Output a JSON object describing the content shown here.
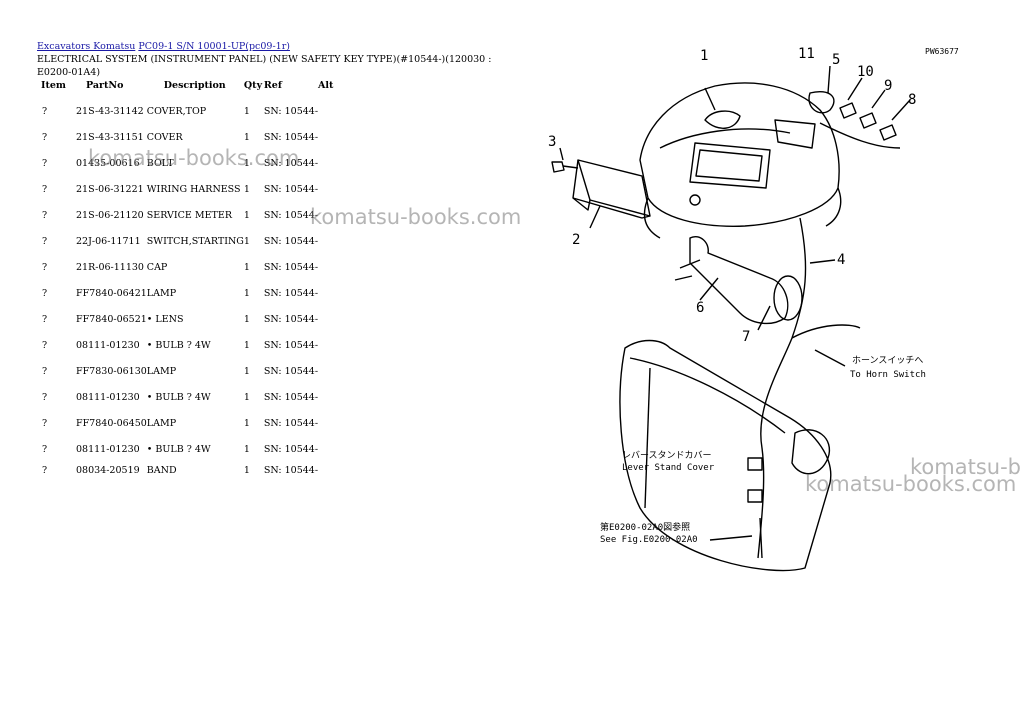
{
  "breadcrumb": {
    "link1": "Excavators Komatsu",
    "link2": "PC09-1 S/N 10001-UP(pc09-1r)",
    "title": "ELECTRICAL SYSTEM (INSTRUMENT PANEL) (NEW SAFETY KEY TYPE)(#10544-)(120030 : E0200-01A4)"
  },
  "table": {
    "headers": [
      "Item",
      "PartNo",
      "Description",
      "Qty",
      "Ref",
      "Alt"
    ],
    "rows": [
      {
        "item": "?",
        "part": "21S-43-31142",
        "desc": "COVER,TOP",
        "qty": "1",
        "ref": "SN: 10544-",
        "alt": ""
      },
      {
        "item": "?",
        "part": "21S-43-31151",
        "desc": "COVER",
        "qty": "1",
        "ref": "SN: 10544-",
        "alt": ""
      },
      {
        "item": "?",
        "part": "01435-00616",
        "desc": "BOLT",
        "qty": "1",
        "ref": "SN: 10544-",
        "alt": ""
      },
      {
        "item": "?",
        "part": "21S-06-31221",
        "desc": "WIRING HARNESS",
        "qty": "1",
        "ref": "SN: 10544-",
        "alt": ""
      },
      {
        "item": "?",
        "part": "21S-06-21120",
        "desc": "SERVICE METER",
        "qty": "1",
        "ref": "SN: 10544-",
        "alt": ""
      },
      {
        "item": "?",
        "part": "22J-06-11711",
        "desc": "SWITCH,STARTING",
        "qty": "1",
        "ref": "SN: 10544-",
        "alt": ""
      },
      {
        "item": "?",
        "part": "21R-06-11130",
        "desc": "CAP",
        "qty": "1",
        "ref": "SN: 10544-",
        "alt": ""
      },
      {
        "item": "?",
        "part": "FF7840-06421",
        "desc": "LAMP",
        "qty": "1",
        "ref": "SN: 10544-",
        "alt": ""
      },
      {
        "item": "?",
        "part": "FF7840-06521",
        "desc": "• LENS",
        "qty": "1",
        "ref": "SN: 10544-",
        "alt": ""
      },
      {
        "item": "?",
        "part": "08111-01230",
        "desc": "• BULB ? 4W",
        "qty": "1",
        "ref": "SN: 10544-",
        "alt": ""
      },
      {
        "item": "?",
        "part": "FF7830-06130",
        "desc": "LAMP",
        "qty": "1",
        "ref": "SN: 10544-",
        "alt": ""
      },
      {
        "item": "?",
        "part": "08111-01230",
        "desc": "• BULB ? 4W",
        "qty": "1",
        "ref": "SN: 10544-",
        "alt": ""
      },
      {
        "item": "?",
        "part": "FF7840-06450",
        "desc": "LAMP",
        "qty": "1",
        "ref": "SN: 10544-",
        "alt": ""
      },
      {
        "item": "?",
        "part": "08111-01230",
        "desc": "• BULB ? 4W",
        "qty": "1",
        "ref": "SN: 10544-",
        "alt": ""
      },
      {
        "item": "?",
        "part": "08034-20519",
        "desc": "BAND",
        "qty": "1",
        "ref": "SN: 10544-",
        "alt": ""
      }
    ]
  },
  "watermarks": [
    "komatsu-books.com",
    "komatsu-books.com",
    "komatsu-b",
    "komatsu-books.com"
  ],
  "drawing": {
    "code": "PW63677",
    "callouts": [
      "1",
      "2",
      "3",
      "4",
      "5",
      "6",
      "7",
      "8",
      "9",
      "10",
      "11"
    ],
    "horn_jp": "ホーンスイッチへ",
    "horn_en": "To Horn Switch",
    "lever_jp": "レバースタンドカバー",
    "lever_en": "Lever Stand Cover",
    "see_jp": "第E0200-02A0図参照",
    "see_en": "See Fig.E0200-02A0"
  }
}
